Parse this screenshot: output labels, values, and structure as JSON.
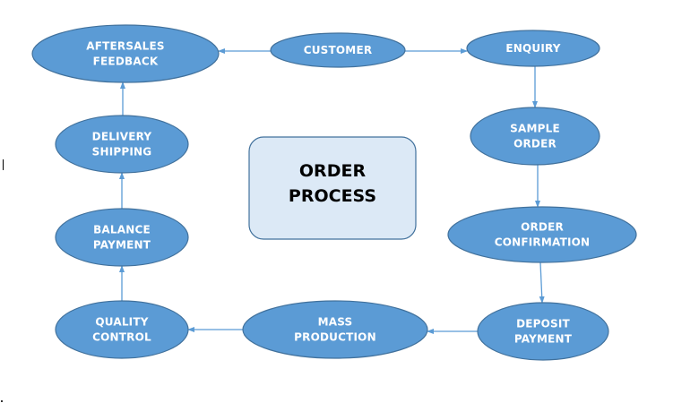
{
  "diagram": {
    "title_lines": [
      "ORDER",
      "PROCESS"
    ],
    "colors": {
      "node_fill": "#5b9bd5",
      "node_stroke": "#41719c",
      "title_fill": "#dce9f6",
      "text_light": "#ffffff",
      "text_dark": "#000000"
    },
    "nodes": [
      {
        "id": "customer",
        "lines": [
          "CUSTOMER"
        ]
      },
      {
        "id": "enquiry",
        "lines": [
          "ENQUIRY"
        ]
      },
      {
        "id": "sample-order",
        "lines": [
          "SAMPLE",
          "ORDER"
        ]
      },
      {
        "id": "order-confirmation",
        "lines": [
          "ORDER",
          "CONFIRMATION"
        ]
      },
      {
        "id": "deposit-payment",
        "lines": [
          "DEPOSIT",
          "PAYMENT"
        ]
      },
      {
        "id": "mass-production",
        "lines": [
          "MASS",
          "PRODUCTION"
        ]
      },
      {
        "id": "quality-control",
        "lines": [
          "QUALITY",
          "CONTROL"
        ]
      },
      {
        "id": "balance-payment",
        "lines": [
          "BALANCE",
          "PAYMENT"
        ]
      },
      {
        "id": "delivery-shipping",
        "lines": [
          "DELIVERY",
          "SHIPPING"
        ]
      },
      {
        "id": "aftersales-feedback",
        "lines": [
          "AFTERSALES",
          "FEEDBACK"
        ]
      }
    ],
    "edges": [
      {
        "from": "customer",
        "to": "enquiry"
      },
      {
        "from": "customer",
        "to": "aftersales-feedback"
      },
      {
        "from": "enquiry",
        "to": "sample-order"
      },
      {
        "from": "sample-order",
        "to": "order-confirmation"
      },
      {
        "from": "order-confirmation",
        "to": "deposit-payment"
      },
      {
        "from": "deposit-payment",
        "to": "mass-production"
      },
      {
        "from": "mass-production",
        "to": "quality-control"
      },
      {
        "from": "quality-control",
        "to": "balance-payment"
      },
      {
        "from": "balance-payment",
        "to": "delivery-shipping"
      },
      {
        "from": "delivery-shipping",
        "to": "aftersales-feedback"
      }
    ]
  }
}
